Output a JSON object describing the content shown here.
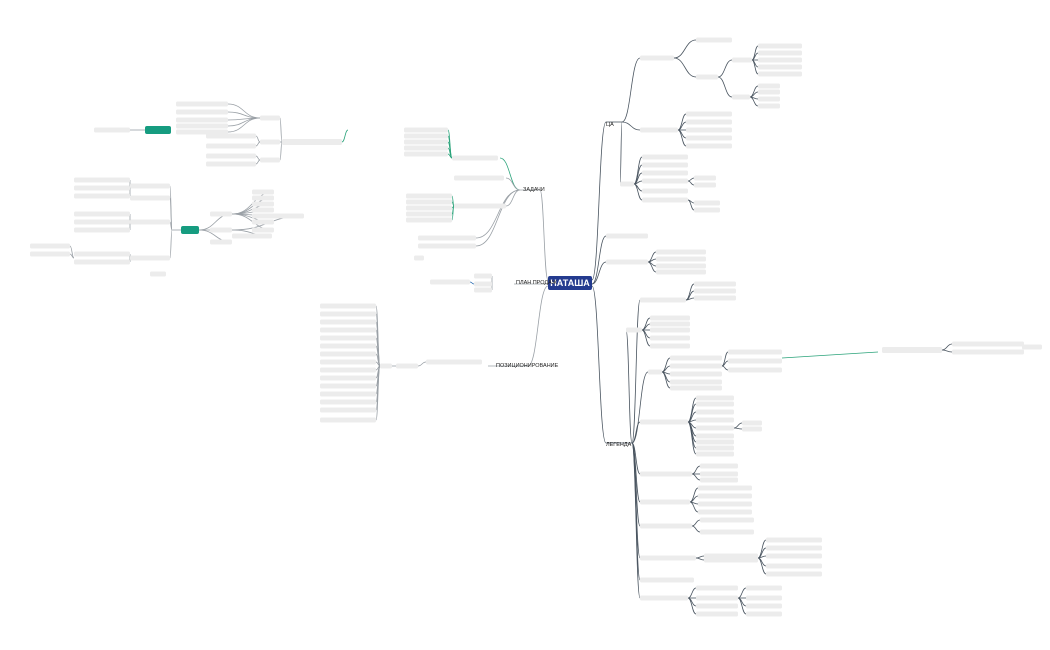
{
  "root": {
    "label": "НАТАША",
    "color": "#243b8f"
  },
  "branches": {
    "zadachi": "ЗАДАЧИ",
    "cya": "ЦА",
    "plan_prodazh": "ПЛАН ПРОДАЖ",
    "legenda": "ЛЕГЕНДА",
    "pozicionirovanie": "ПОЗИЦИОНИРОВАНИЕ"
  },
  "accent_nodes": {
    "teal_left": "#169c80",
    "teal_mid": "#169c80"
  },
  "colors": {
    "edge_left": "#9aa0a6",
    "edge_right": "#4a5560",
    "teal": "#2aa37a",
    "blue": "#2b6cb0",
    "pill": "#ececec"
  }
}
